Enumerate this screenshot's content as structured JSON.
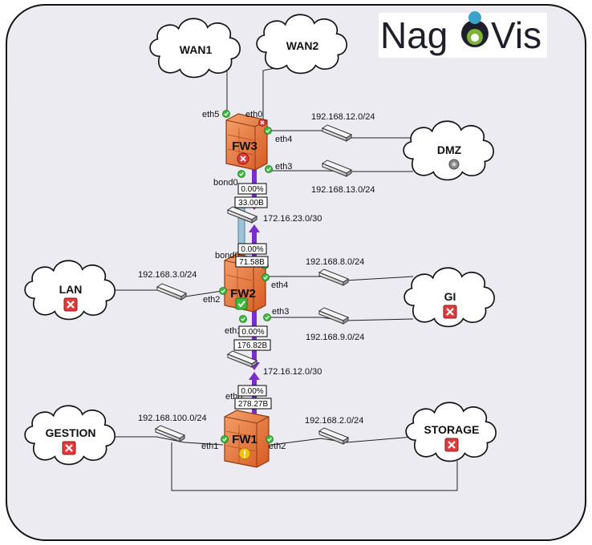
{
  "logo": {
    "text_left": "Nag",
    "text_right": "Vis"
  },
  "clouds": {
    "wan1": {
      "label": "WAN1"
    },
    "wan2": {
      "label": "WAN2"
    },
    "dmz": {
      "label": "DMZ",
      "status": "unknown"
    },
    "lan": {
      "label": "LAN",
      "status": "critical"
    },
    "gi": {
      "label": "GI",
      "status": "critical"
    },
    "gestion": {
      "label": "GESTION",
      "status": "critical"
    },
    "storage": {
      "label": "STORAGE",
      "status": "critical"
    }
  },
  "firewalls": {
    "fw3": {
      "label": "FW3",
      "status": "critical"
    },
    "fw2": {
      "label": "FW2",
      "status": "ok"
    },
    "fw1": {
      "label": "FW1",
      "status": "warning"
    }
  },
  "interfaces": {
    "fw3_eth5": "eth5",
    "fw3_eth0": "eth0",
    "fw3_eth4": "eth4",
    "fw3_eth3": "eth3",
    "fw3_bond0": "bond0",
    "fw2_bond0": "bond0",
    "fw2_eth2": "eth2",
    "fw2_eth4": "eth4",
    "fw2_eth3": "eth3",
    "fw2_eth1": "eth1",
    "fw1_eth0": "eth0",
    "fw1_eth1": "eth1",
    "fw1_eth2": "eth2"
  },
  "networks": {
    "n_12": "192.168.12.0/24",
    "n_13": "192.168.13.0/24",
    "n_23": "172.16.23.0/30",
    "n_3": "192.168.3.0/24",
    "n_8": "192.168.8.0/24",
    "n_9": "192.168.9.0/24",
    "n_12_30": "172.16.12.0/30",
    "n_100": "192.168.100.0/24",
    "n_2": "192.168.2.0/24"
  },
  "link_stats": {
    "fw3_fw2_top_pct": "0.00%",
    "fw3_fw2_top_val": "33.00B",
    "fw3_fw2_bot_pct": "0.00%",
    "fw3_fw2_bot_val": "71.58B",
    "fw2_fw1_top_pct": "0.00%",
    "fw2_fw1_top_val": "176.82B",
    "fw2_fw1_bot_pct": "0.00%",
    "fw2_fw1_bot_val": "278.27B"
  },
  "colors": {
    "canvas": "#ecebf2",
    "firewall": "#e8743b",
    "link_purple": "#7a2bd3",
    "link_blue": "#9ec3d6",
    "ok": "#3dbb3d",
    "critical": "#e23b3b",
    "warning": "#f3c012",
    "unknown": "#8a8a8a"
  }
}
